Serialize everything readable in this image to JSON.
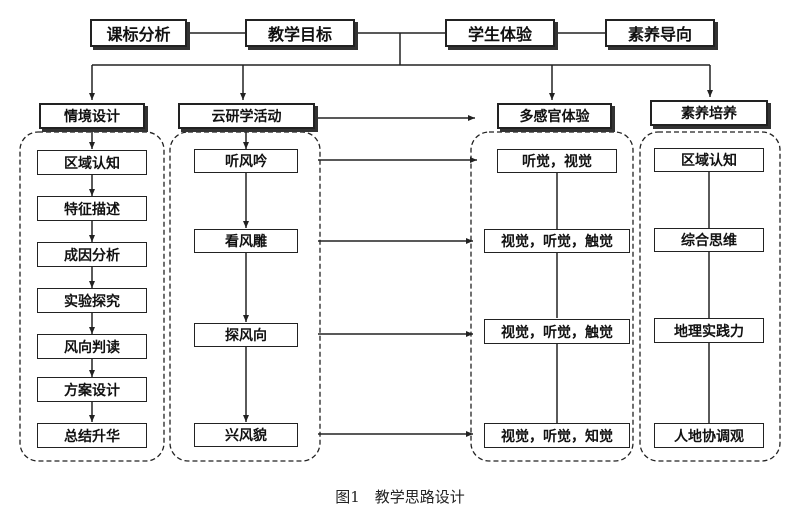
{
  "top_row": [
    "课标分析",
    "教学目标",
    "学生体验",
    "素养导向"
  ],
  "columns": {
    "scenario": {
      "header": "情境设计",
      "items": [
        "区域认知",
        "特征描述",
        "成因分析",
        "实验探究",
        "风向判读",
        "方案设计",
        "总结升华"
      ]
    },
    "activities": {
      "header": "云研学活动",
      "items": [
        "听风吟",
        "看风雕",
        "探风向",
        "兴风貌"
      ]
    },
    "senses": {
      "header": "多感官体验",
      "items": [
        "听觉，视觉",
        "视觉，听觉，触觉",
        "视觉，听觉，触觉",
        "视觉，听觉，知觉"
      ]
    },
    "literacy": {
      "header": "素养培养",
      "items": [
        "区域认知",
        "综合思维",
        "地理实践力",
        "人地协调观"
      ]
    }
  },
  "caption": "图1　教学思路设计"
}
